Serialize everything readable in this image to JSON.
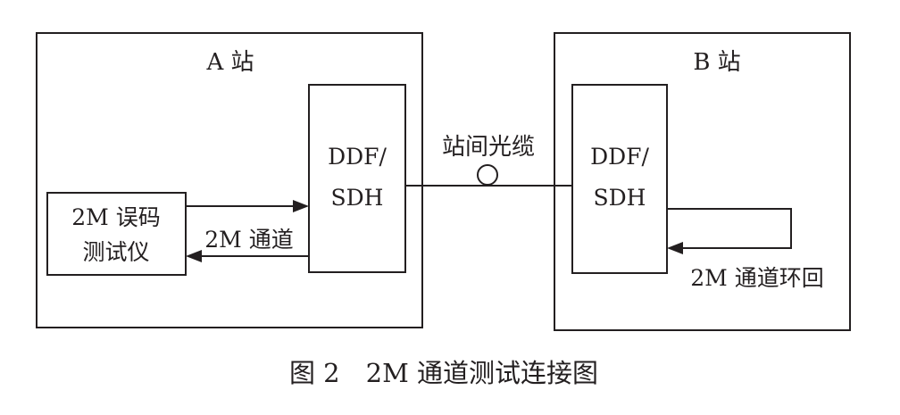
{
  "station_a": {
    "title": "A 站",
    "tester_line1": "2M 误码",
    "tester_line2": "测试仪",
    "channel_label": "2M 通道",
    "ddf_line1": "DDF/",
    "ddf_line2": "SDH"
  },
  "station_b": {
    "title": "B 站",
    "ddf_line1": "DDF/",
    "ddf_line2": "SDH",
    "loopback_label": "2M 通道环回"
  },
  "cable_label": "站间光缆",
  "caption": "图 2　2M 通道测试连接图",
  "colors": {
    "ink": "#231f20",
    "background": "#ffffff"
  }
}
